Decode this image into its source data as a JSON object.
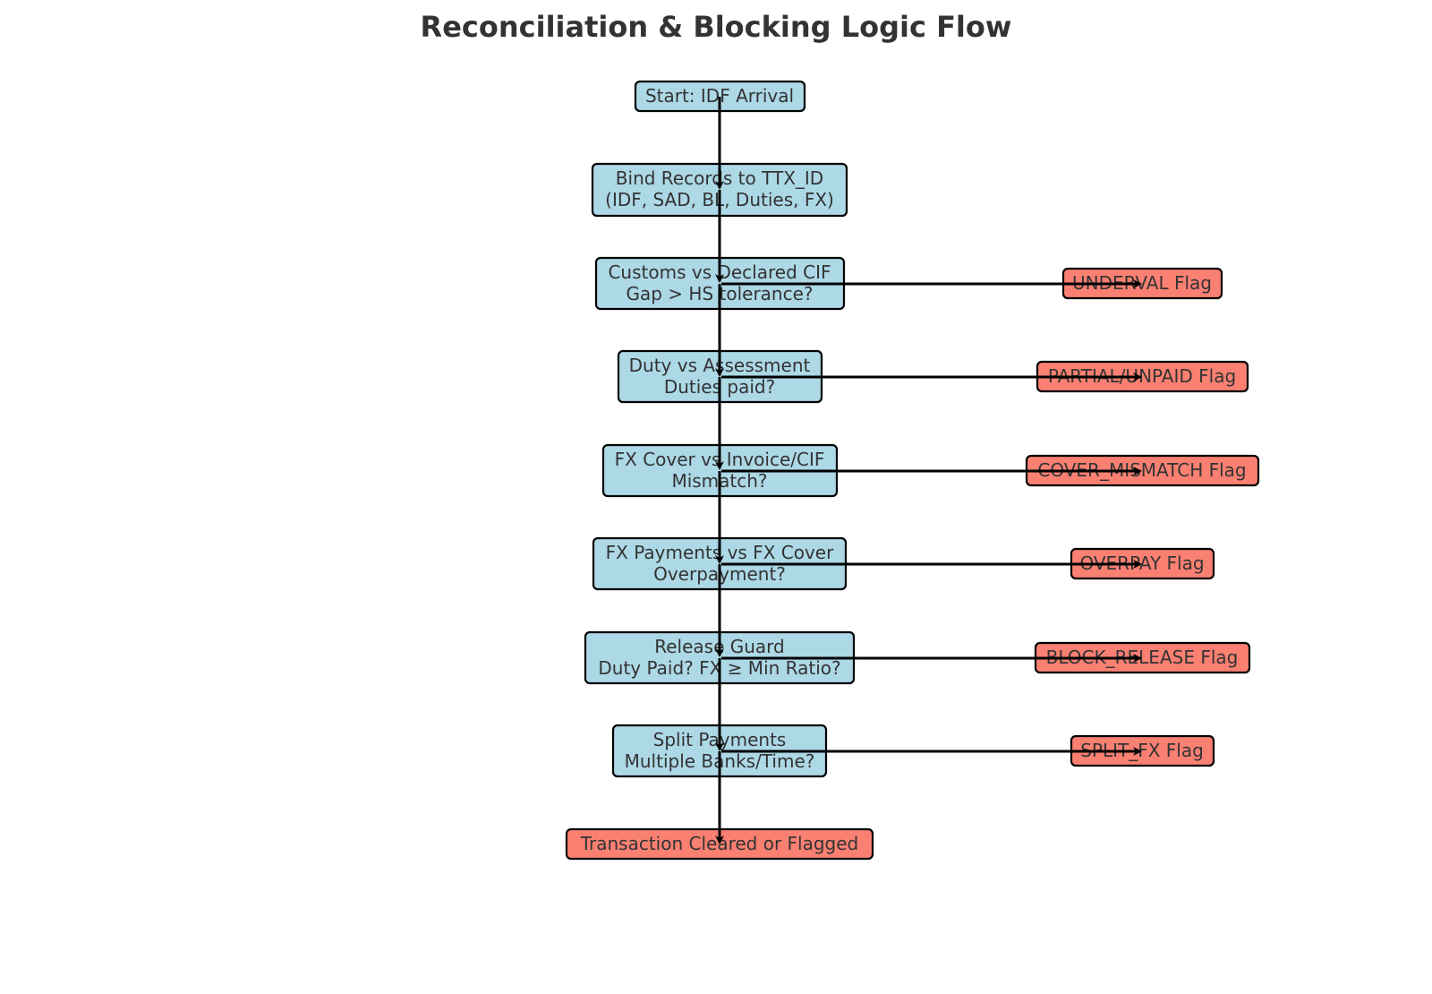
{
  "title": "Reconciliation & Blocking Logic Flow",
  "colors": {
    "process": "#add8e6",
    "flag": "#fa8072",
    "text": "#333333",
    "line": "#000000"
  },
  "nodes": {
    "start": {
      "lines": [
        "Start: IDF Arrival"
      ]
    },
    "bind": {
      "lines": [
        "Bind Records to TTX_ID",
        "(IDF, SAD, BL, Duties, FX)"
      ]
    },
    "customs": {
      "lines": [
        "Customs vs Declared CIF",
        "Gap > HS tolerance?"
      ]
    },
    "duty": {
      "lines": [
        "Duty vs Assessment",
        "Duties paid?"
      ]
    },
    "fxcover": {
      "lines": [
        "FX Cover vs Invoice/CIF",
        "Mismatch?"
      ]
    },
    "fxpay": {
      "lines": [
        "FX Payments vs FX Cover",
        "Overpayment?"
      ]
    },
    "release": {
      "lines": [
        "Release Guard",
        "Duty Paid? FX ≥ Min Ratio?"
      ]
    },
    "split": {
      "lines": [
        "Split Payments",
        "Multiple Banks/Time?"
      ]
    },
    "end": {
      "lines": [
        "Transaction Cleared or Flagged"
      ]
    }
  },
  "flags": {
    "underval": {
      "label": "UNDERVAL Flag"
    },
    "partial": {
      "label": "PARTIAL/UNPAID Flag"
    },
    "cover": {
      "label": "COVER_MISMATCH Flag"
    },
    "overpay": {
      "label": "OVERPAY Flag"
    },
    "block": {
      "label": "BLOCK_RELEASE Flag"
    },
    "splitfx": {
      "label": "SPLIT_FX Flag"
    }
  }
}
